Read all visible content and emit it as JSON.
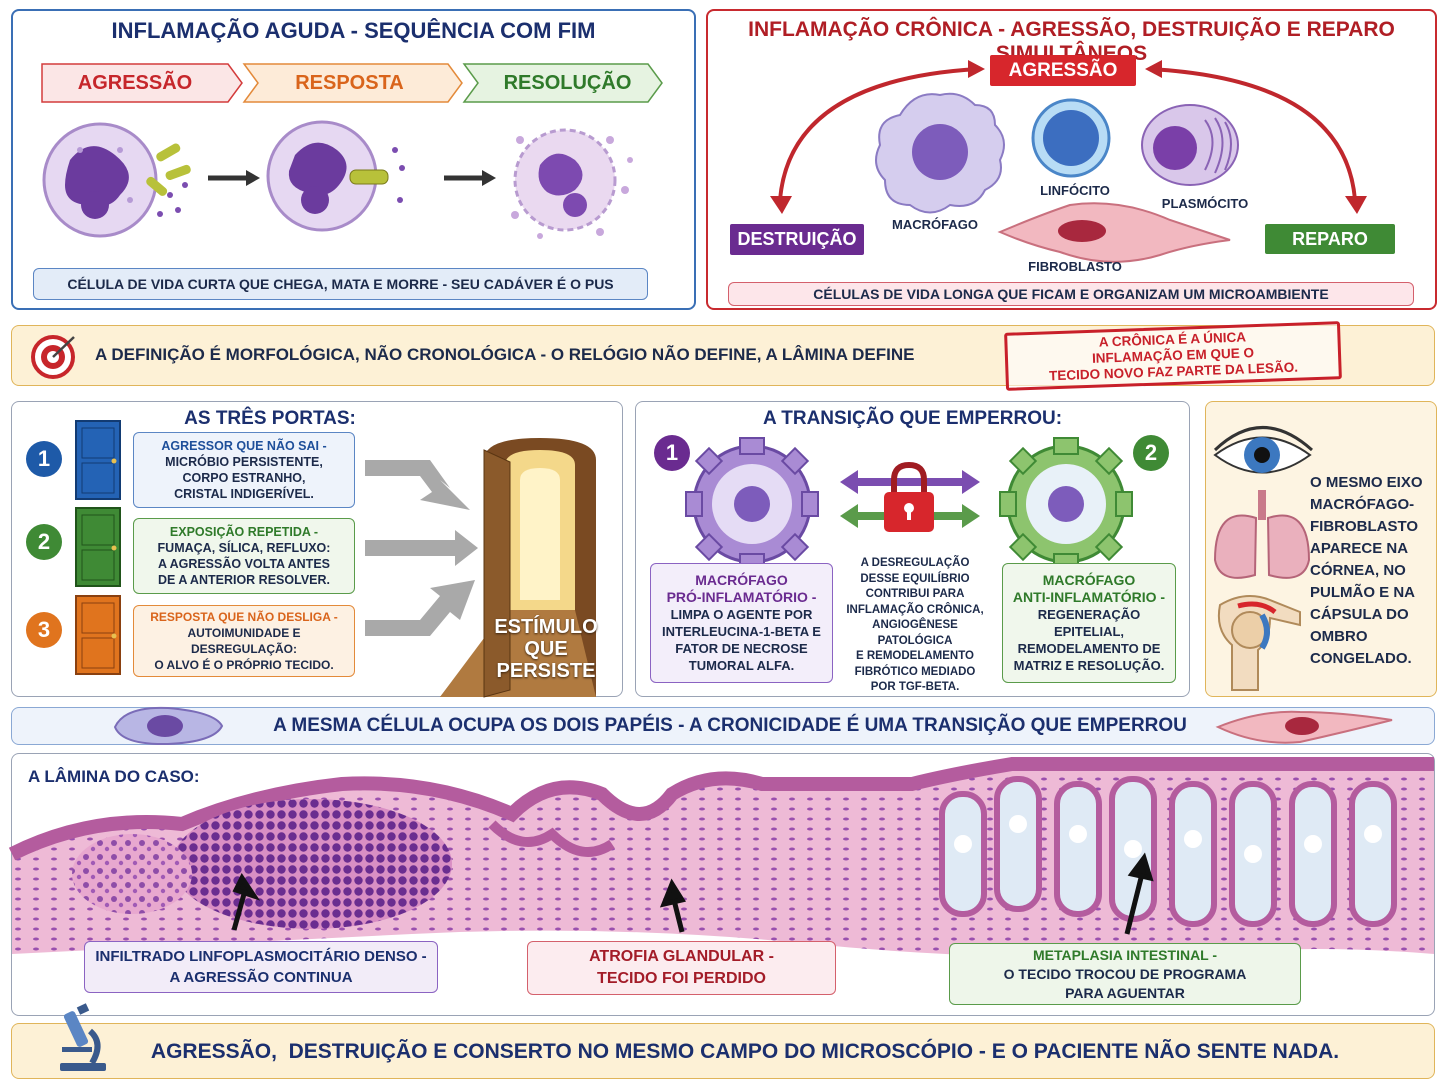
{
  "acute": {
    "title": "INFLAMAÇÃO AGUDA - SEQUÊNCIA COM FIM",
    "steps": [
      "AGRESSÃO",
      "RESPOSTA",
      "RESOLUÇÃO"
    ],
    "caption": "CÉLULA DE VIDA CURTA QUE CHEGA, MATA E MORRE - SEU CADÁVER É O PUS"
  },
  "chronic": {
    "title": "INFLAMAÇÃO CRÔNICA - AGRESSÃO, DESTRUIÇÃO E REPARO SIMULTÂNEOS",
    "aggression": "AGRESSÃO",
    "destruction": "DESTRUIÇÃO",
    "repair": "REPARO",
    "cells": {
      "macrophage": "MACRÓFAGO",
      "lymphocyte": "LINFÓCITO",
      "plasmocyte": "PLASMÓCITO",
      "fibroblast": "FIBROBLASTO"
    },
    "caption": "CÉLULAS DE VIDA LONGA QUE FICAM E ORGANIZAM UM MICROAMBIENTE"
  },
  "definition": {
    "text": "A DEFINIÇÃO É MORFOLÓGICA, NÃO CRONOLÓGICA - O RELÓGIO NÃO DEFINE, A LÂMINA DEFINE",
    "stamp": [
      "A CRÔNICA É A ÚNICA",
      "INFLAMAÇÃO EM QUE O",
      "TECIDO NOVO FAZ PARTE DA LESÃO."
    ],
    "colors": {
      "stamp": "#c8202a"
    }
  },
  "doors": {
    "title": "AS TRÊS PORTAS:",
    "items": [
      {
        "num": "1",
        "head": "AGRESSOR QUE NÃO SAI -",
        "lines": [
          "MICRÓBIO PERSISTENTE,",
          "CORPO ESTRANHO,",
          "CRISTAL INDIGERÍVEL."
        ]
      },
      {
        "num": "2",
        "head": "EXPOSIÇÃO REPETIDA -",
        "lines": [
          "FUMAÇA, SÍLICA, REFLUXO:",
          "A AGRESSÃO VOLTA ANTES",
          "DE A ANTERIOR RESOLVER."
        ]
      },
      {
        "num": "3",
        "head": "RESPOSTA QUE NÃO DESLIGA -",
        "lines": [
          "AUTOIMUNIDADE E DESREGULAÇÃO:",
          "O ALVO É O PRÓPRIO TECIDO."
        ]
      }
    ],
    "stimulus": [
      "ESTÍMULO",
      "QUE",
      "PERSISTE"
    ]
  },
  "transition": {
    "title": "A TRANSIÇÃO QUE EMPERROU:",
    "nums": [
      "1",
      "2"
    ],
    "pro": {
      "head": [
        "MACRÓFAGO",
        "PRÓ-INFLAMATÓRIO -"
      ],
      "lines": [
        "LIMPA O AGENTE POR",
        "INTERLEUCINA-1-BETA E",
        "FATOR DE NECROSE",
        "TUMORAL ALFA."
      ]
    },
    "middle": [
      "A DESREGULAÇÃO",
      "DESSE EQUILÍBRIO",
      "CONTRIBUI PARA",
      "INFLAMAÇÃO CRÔNICA,",
      "ANGIOGÊNESE PATOLÓGICA",
      "E REMODELAMENTO",
      "FIBRÓTICO MEDIADO",
      "POR TGF-BETA."
    ],
    "anti": {
      "head": [
        "MACRÓFAGO",
        "ANTI-INFLAMATÓRIO -"
      ],
      "lines": [
        "REGENERAÇÃO EPITELIAL,",
        "REMODELAMENTO DE",
        "MATRIZ E RESOLUÇÃO."
      ]
    }
  },
  "axis": {
    "lines": [
      "O MESMO EIXO",
      "MACRÓFAGO-",
      "FIBROBLASTO",
      "APARECE NA",
      "CÓRNEA, NO",
      "PULMÃO E NA",
      "CÁPSULA DO",
      "OMBRO",
      "CONGELADO."
    ]
  },
  "same_cell": "A MESMA CÉLULA OCUPA OS DOIS PAPÉIS - A CRONICIDADE É UMA TRANSIÇÃO QUE EMPERROU",
  "slide": {
    "title": "A LÂMINA DO CASO:",
    "labels": [
      {
        "lines": [
          "INFILTRADO LINFOPLASMOCITÁRIO DENSO -",
          "A AGRESSÃO CONTINUA"
        ]
      },
      {
        "lines": [
          "ATROFIA GLANDULAR -",
          "TECIDO FOI PERDIDO"
        ]
      },
      {
        "lines": [
          "METAPLASIA INTESTINAL -",
          "O TECIDO TROCOU DE PROGRAMA",
          "PARA AGUENTAR"
        ]
      }
    ]
  },
  "footer": "AGRESSÃO,  DESTRUIÇÃO E CONSERTO NO MESMO CAMPO DO MICROSCÓPIO - E O PACIENTE NÃO SENTE NADA."
}
